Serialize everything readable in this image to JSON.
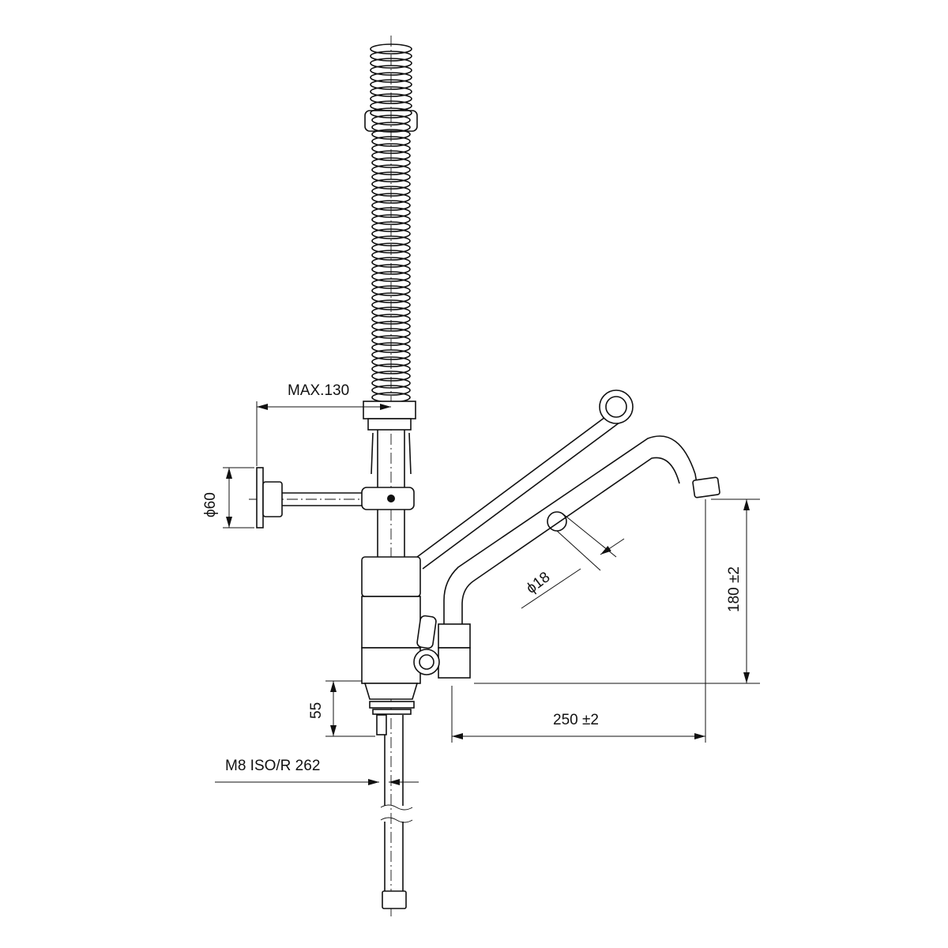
{
  "drawing": {
    "title": "Pre-rinse faucet technical drawing",
    "dimensions": {
      "max_reach": "MAX.130",
      "flange_diameter": "ϕ60",
      "spout_diameter": "ϕ18",
      "spout_height": "180 ±2",
      "spout_reach": "250 ±2",
      "shank_length": "55",
      "thread": "M8 ISO/R 262"
    }
  }
}
